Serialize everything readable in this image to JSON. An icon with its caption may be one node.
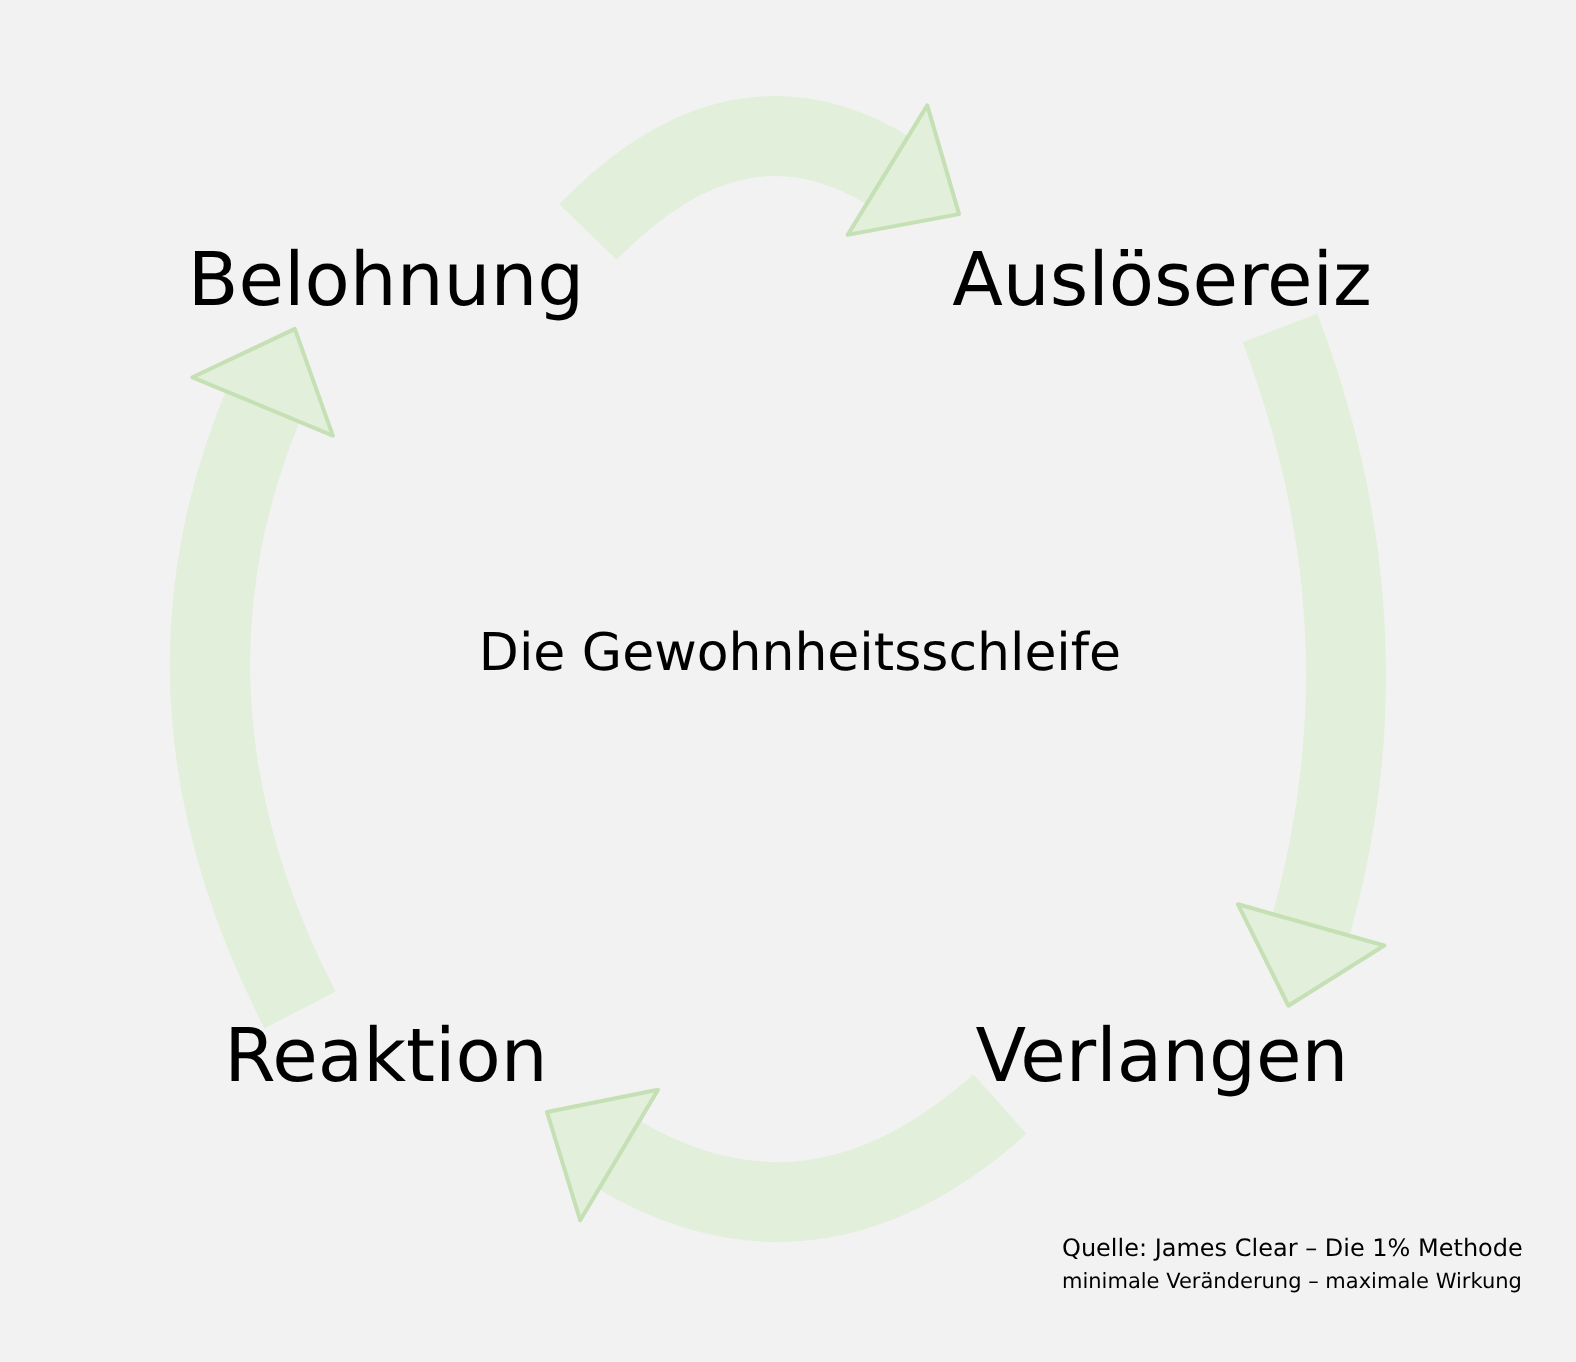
{
  "diagram": {
    "title": "Die Gewohnheitsschleife",
    "nodes": [
      {
        "text": [
          "Belohnung"
        ]
      },
      {
        "text": [
          "Auslösereiz"
        ]
      },
      {
        "text": [
          "Verlangen"
        ]
      },
      {
        "text": [
          "Reaktion"
        ]
      }
    ],
    "edges": [
      {
        "from": 0,
        "to": 1,
        "arrow": "to"
      },
      {
        "from": 1,
        "to": 2,
        "arrow": "to"
      },
      {
        "from": 2,
        "to": 3,
        "arrow": "to"
      },
      {
        "from": 3,
        "to": 0,
        "arrow": "to"
      }
    ],
    "labels": [
      "Quelle: James Clear – Die 1% Methode",
      "minimale Veränderung – maximale Wirkung"
    ]
  }
}
